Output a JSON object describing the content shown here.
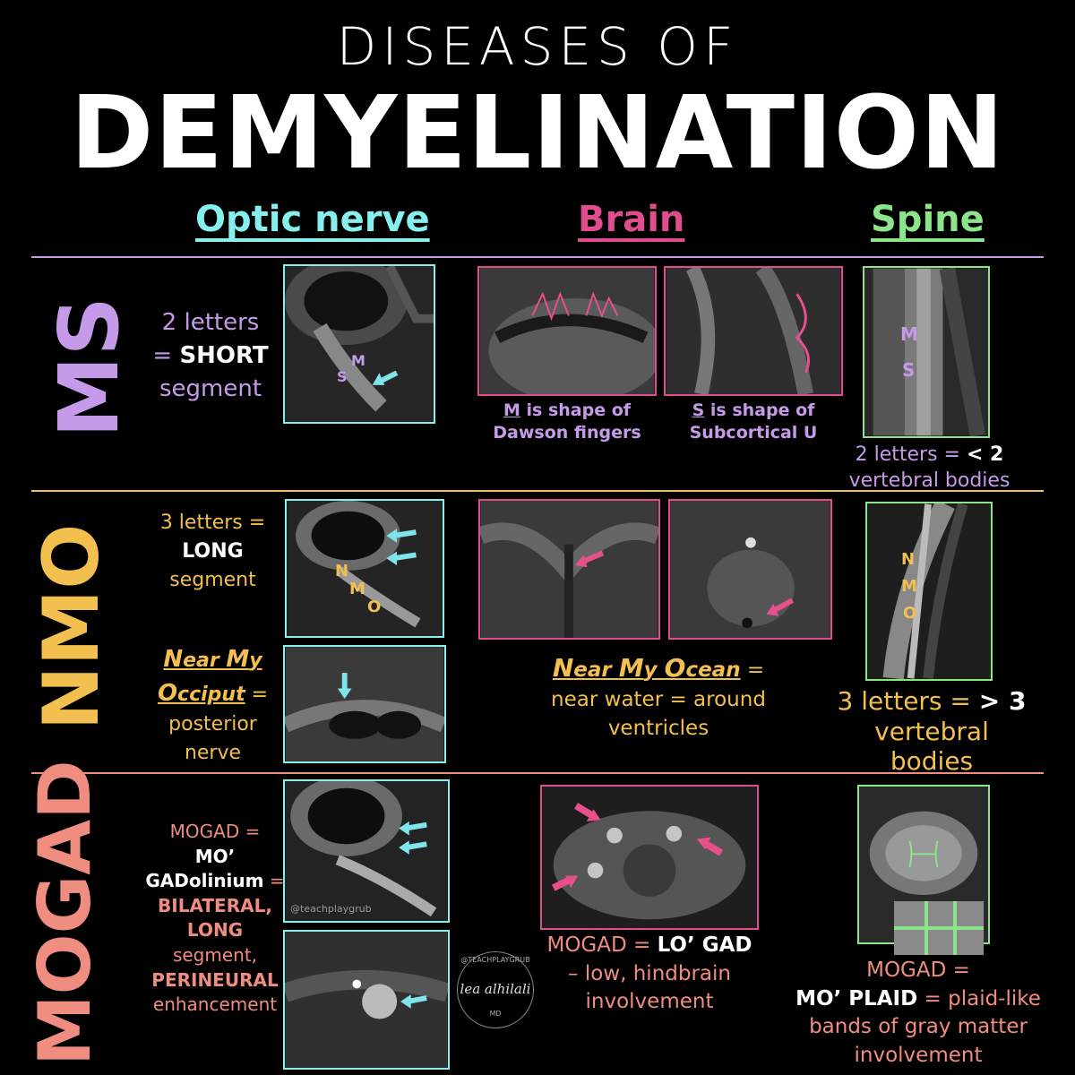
{
  "title": {
    "line1": "DISEASES OF",
    "line2": "DEMYELINATION"
  },
  "columns": {
    "optic": "Optic nerve",
    "brain": "Brain",
    "spine": "Spine"
  },
  "colors": {
    "ms": "#c59be9",
    "nmo": "#f3bf4f",
    "mogad": "#ef8d80",
    "optic": "#86f0ef",
    "brain": "#e04d8f",
    "spine": "#8ce58b",
    "cyan_arrow": "#7fe5ea",
    "pink_arrow": "#e8508c"
  },
  "rows": {
    "ms": {
      "label": "MS",
      "optic": {
        "t1": "2 letters",
        "t2": "= ",
        "t3": "SHORT",
        "t4": "segment",
        "l1": "M",
        "l2": "S"
      },
      "brain1": {
        "a": "M",
        "b": " is shape of",
        "c": "Dawson fingers"
      },
      "brain2": {
        "a": "S",
        "b": " is shape of",
        "c": "Subcortical U"
      },
      "spine": {
        "l1": "M",
        "l2": "S",
        "t1": "2 letters = ",
        "t2": "< 2",
        "t3": "vertebral bodies"
      }
    },
    "nmo": {
      "label": "NMO",
      "optic": {
        "t1": "3 letters =",
        "t2": "LONG",
        "t3": "segment",
        "l1": "N",
        "l2": "M",
        "l3": "O"
      },
      "occiput": {
        "a": "N",
        "b": "ear ",
        "c": "M",
        "d": "y",
        "e": "O",
        "f": "cciput",
        "g": " =",
        "h": "posterior",
        "i": "nerve"
      },
      "brain": {
        "a": "N",
        "b": "ear ",
        "c": "M",
        "d": "y ",
        "e": "O",
        "f": "cean",
        "g": " =",
        "h": "near water = around",
        "i": "ventricles"
      },
      "spine": {
        "l1": "N",
        "l2": "M",
        "l3": "O",
        "t1": "3 letters = ",
        "t2": "> 3",
        "t3": "vertebral",
        "t4": "bodies"
      }
    },
    "mogad": {
      "label": "MOGAD",
      "optic": {
        "t1": "MOGAD =",
        "t2": "MO’",
        "t3": "GADolinium",
        "t4": " =",
        "t5": "BILATERAL,",
        "t6": "LONG",
        "t7": "segment,",
        "t8": "PERINEURAL",
        "t9": "enhancement",
        "watermark": "@teachplaygrub"
      },
      "brain": {
        "t1": "MOGAD = ",
        "t2": "LO’ GAD",
        "t3": "– low, hindbrain",
        "t4": "involvement"
      },
      "spine": {
        "t1": "MOGAD =",
        "t2": "MO’ PLAID",
        "t3": " = plaid-like",
        "t4": "bands of gray matter",
        "t5": "involvement"
      }
    }
  },
  "signature": {
    "ring": "@TEACHPLAYGRUB",
    "name": "lea alhilali",
    "md": "MD"
  }
}
